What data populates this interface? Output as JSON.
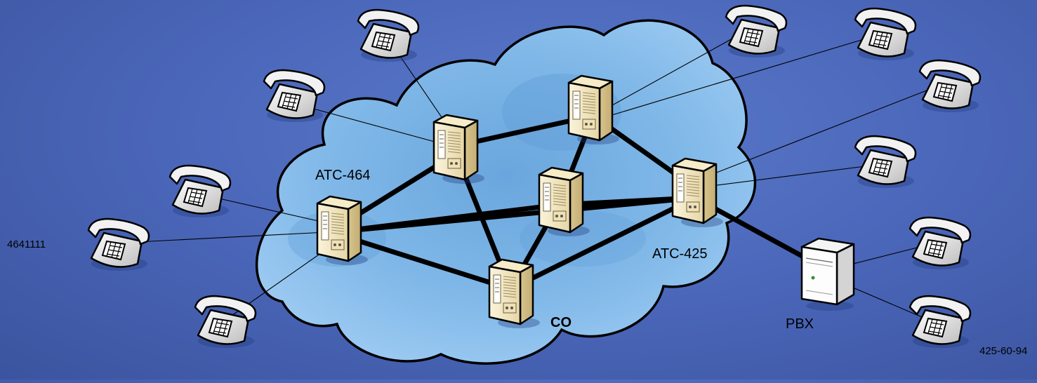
{
  "labels": {
    "atc464": "ATC-464",
    "atc425": "ATC-425",
    "co": "CO",
    "pbx": "PBX",
    "num_left": "4641111",
    "num_right": "425-60-94"
  },
  "nodes": [
    {
      "id": "atc464",
      "kind": "switch",
      "icon": "server-tower-icon"
    },
    {
      "id": "top-left",
      "kind": "switch",
      "icon": "server-tower-icon"
    },
    {
      "id": "top-right",
      "kind": "switch",
      "icon": "server-tower-icon"
    },
    {
      "id": "center",
      "kind": "switch",
      "icon": "server-tower-icon"
    },
    {
      "id": "co",
      "kind": "switch",
      "icon": "server-tower-icon"
    },
    {
      "id": "atc425",
      "kind": "switch",
      "icon": "server-tower-icon"
    },
    {
      "id": "pbx",
      "kind": "pbx",
      "icon": "pbx-server-icon"
    }
  ],
  "trunks": [
    [
      "atc464",
      "top-left"
    ],
    [
      "atc464",
      "center"
    ],
    [
      "atc464",
      "atc425"
    ],
    [
      "atc464",
      "co"
    ],
    [
      "top-left",
      "top-right"
    ],
    [
      "top-left",
      "co"
    ],
    [
      "top-right",
      "center"
    ],
    [
      "top-right",
      "atc425"
    ],
    [
      "center",
      "co"
    ],
    [
      "center",
      "atc425"
    ],
    [
      "co",
      "atc425"
    ],
    [
      "atc425",
      "pbx"
    ]
  ],
  "phones": [
    {
      "id": "phone-top",
      "connects_to": "top-left"
    },
    {
      "id": "phone-upper-left",
      "connects_to": "top-left"
    },
    {
      "id": "phone-left-1",
      "connects_to": "atc464"
    },
    {
      "id": "phone-left-2",
      "connects_to": "atc464"
    },
    {
      "id": "phone-left-3",
      "connects_to": "atc464"
    },
    {
      "id": "phone-right-1",
      "connects_to": "top-right"
    },
    {
      "id": "phone-right-2",
      "connects_to": "top-right"
    },
    {
      "id": "phone-right-3",
      "connects_to": "atc425"
    },
    {
      "id": "phone-right-4",
      "connects_to": "atc425"
    },
    {
      "id": "phone-right-5",
      "connects_to": "pbx"
    },
    {
      "id": "phone-right-6",
      "connects_to": "pbx"
    }
  ],
  "colors": {
    "background": "#4c68bb",
    "cloud_fill": "#8dbfe9",
    "cloud_outline": "#000000",
    "server_body": "#efe2b8",
    "phone_body": "#e8e8e8"
  }
}
